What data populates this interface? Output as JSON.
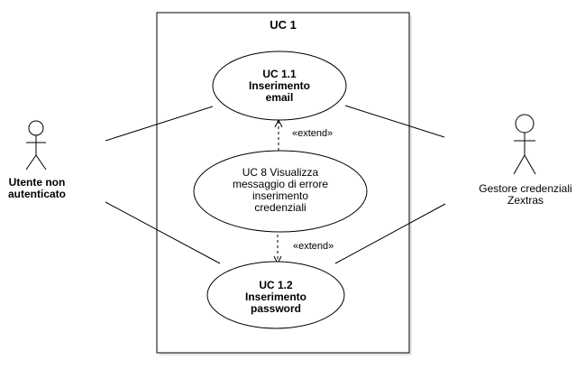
{
  "system": {
    "title": "UC 1"
  },
  "actors": [
    {
      "id": "user",
      "label_lines": [
        "Utente non",
        "autenticato"
      ]
    },
    {
      "id": "manager",
      "label_lines": [
        "Gestore credenziali",
        "Zextras"
      ]
    }
  ],
  "use_cases": [
    {
      "id": "uc11",
      "lines": [
        "UC 1.1",
        "Inserimento",
        "email"
      ]
    },
    {
      "id": "uc8",
      "lines": [
        "UC 8 Visualizza",
        "messaggio di errore",
        "inserimento",
        "credenziali"
      ]
    },
    {
      "id": "uc12",
      "lines": [
        "UC 1.2",
        "Inserimento",
        "password"
      ]
    }
  ],
  "relations": [
    {
      "id": "extend-1",
      "from": "uc8",
      "to": "uc11",
      "stereotype": "«extend»"
    },
    {
      "id": "extend-2",
      "from": "uc8",
      "to": "uc12",
      "stereotype": "«extend»"
    }
  ],
  "associations": [
    {
      "from": "user",
      "to": "uc11"
    },
    {
      "from": "user",
      "to": "uc12"
    },
    {
      "from": "manager",
      "to": "uc11"
    },
    {
      "from": "manager",
      "to": "uc12"
    }
  ]
}
